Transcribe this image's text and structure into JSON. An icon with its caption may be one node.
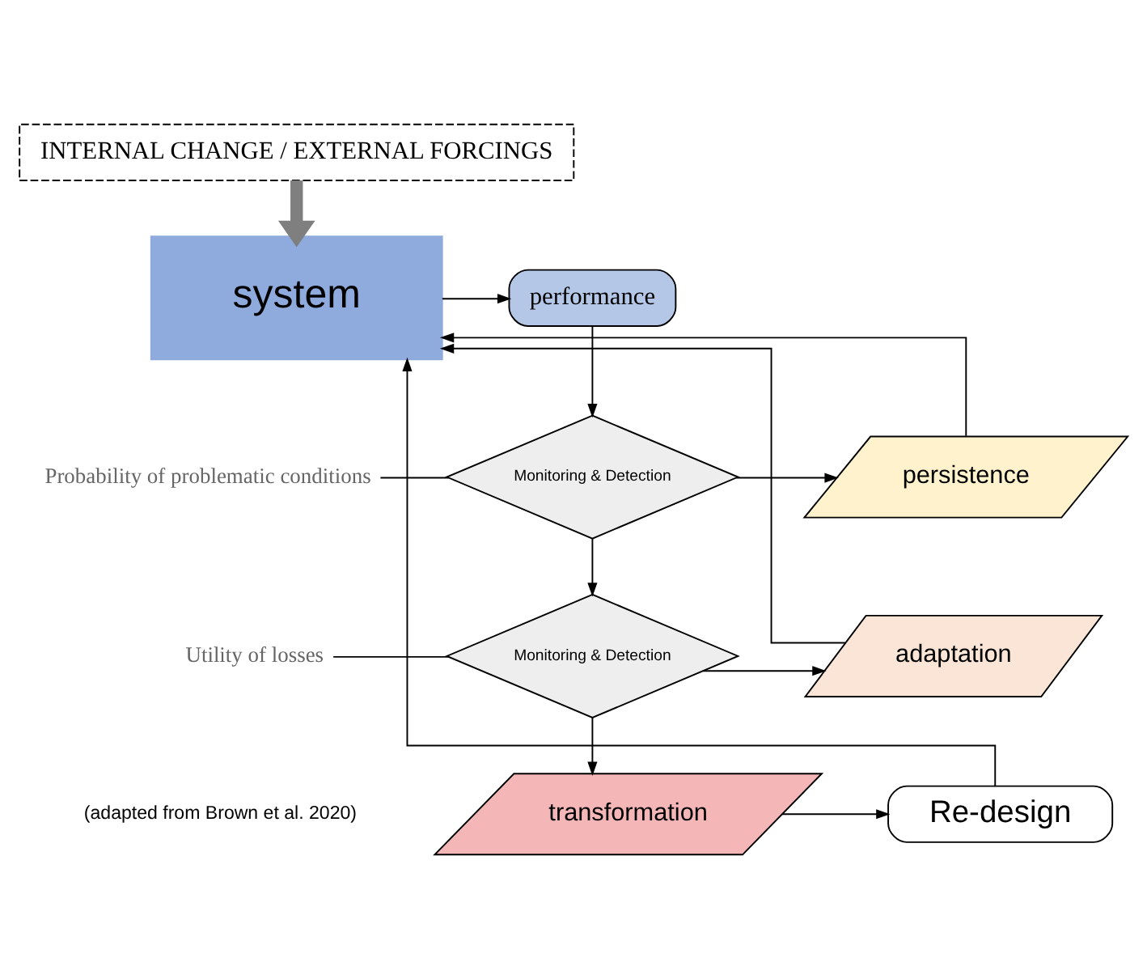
{
  "diagram": {
    "nodes": [
      {
        "text": [
          "INTERNAL CHANGE / EXTERNAL FORCINGS"
        ]
      },
      {
        "text": [
          "system"
        ]
      },
      {
        "text": [
          "performance"
        ]
      },
      {
        "text": [
          "Monitoring & Detection"
        ]
      },
      {
        "text": [
          "persistence"
        ]
      },
      {
        "text": [
          "Monitoring & Detection"
        ]
      },
      {
        "text": [
          "adaptation"
        ]
      },
      {
        "text": [
          "transformation"
        ]
      },
      {
        "text": [
          "Re-design"
        ]
      },
      {
        "text": [
          "Probability of problematic conditions"
        ]
      },
      {
        "text": [
          "Utility of losses"
        ]
      }
    ],
    "edges": [
      {
        "from": 0,
        "to": 1,
        "arrow": "to",
        "style": "thick",
        "color": "#7f7f7f"
      },
      {
        "from": 1,
        "to": 2,
        "arrow": "to"
      },
      {
        "from": 2,
        "to": 3,
        "arrow": "to"
      },
      {
        "from": 3,
        "to": 4,
        "arrow": "to"
      },
      {
        "from": 3,
        "to": 5,
        "arrow": "to"
      },
      {
        "from": 4,
        "to": 1,
        "arrow": "to"
      },
      {
        "from": 5,
        "to": 6,
        "arrow": "to"
      },
      {
        "from": 5,
        "to": 7,
        "arrow": "to"
      },
      {
        "from": 6,
        "to": 1,
        "arrow": "to"
      },
      {
        "from": 7,
        "to": 8,
        "arrow": "to"
      },
      {
        "from": 8,
        "to": 1,
        "arrow": "to"
      },
      {
        "from": 9,
        "to": 3,
        "arrow": "none"
      },
      {
        "from": 10,
        "to": 5,
        "arrow": "none"
      }
    ],
    "labels": [
      "(adapted from Brown et al. 2020)"
    ]
  }
}
